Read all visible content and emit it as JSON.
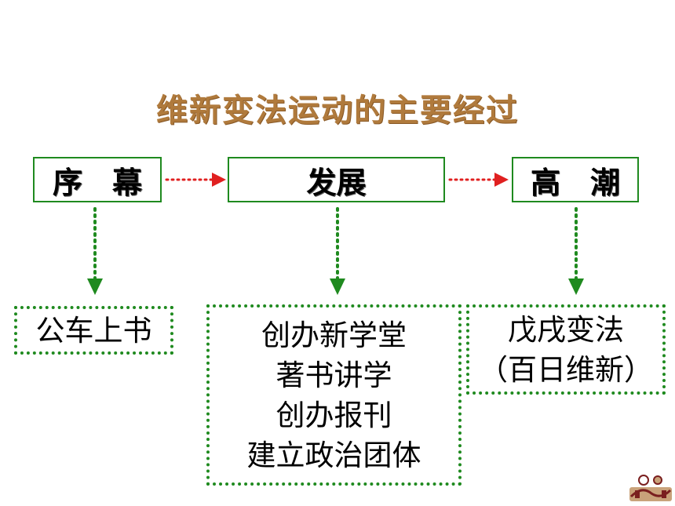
{
  "title": "维新变法运动的主要经过",
  "stages": [
    {
      "label": "序　幕",
      "details": [
        "公车上书"
      ]
    },
    {
      "label": "发展",
      "details": [
        "创办新学堂",
        "著书讲学",
        "创办报刊",
        "建立政治团体"
      ]
    },
    {
      "label": "高　潮",
      "details": [
        "戊戌变法",
        "（百日维新）"
      ]
    }
  ],
  "colors": {
    "title": "#b07a3c",
    "stage_border": "#1f8a1f",
    "horizontal_arrow": "#e02020",
    "vertical_arrow": "#1f8a1f"
  },
  "icons": {
    "logo": "decorative-emblem-icon"
  }
}
